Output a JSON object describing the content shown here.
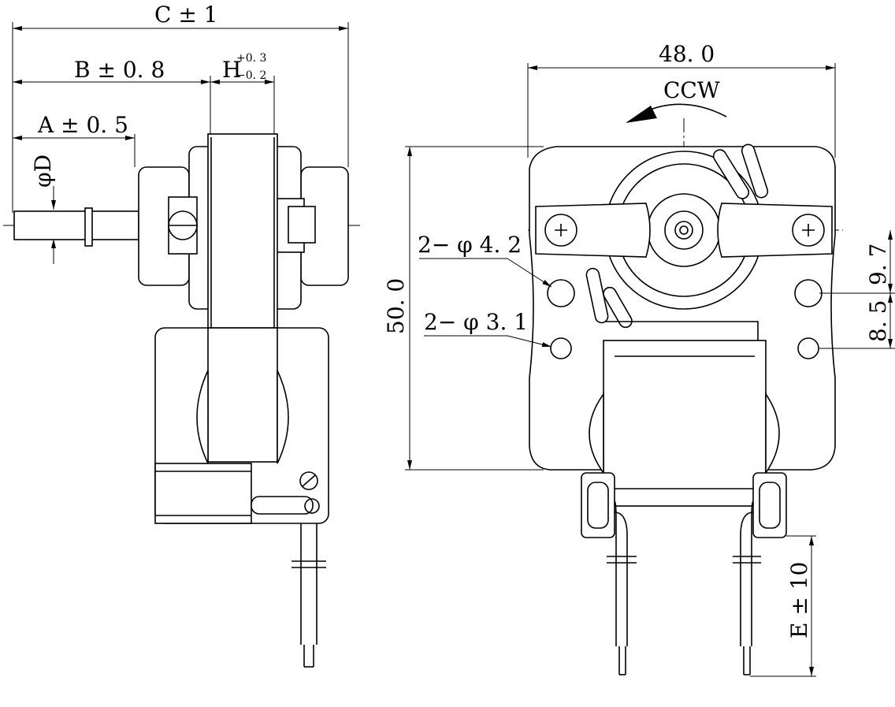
{
  "side_view": {
    "dim_c": "C ± 1",
    "dim_b": "B ± 0. 8",
    "dim_a": "A ± 0. 5",
    "dim_h": "H",
    "dim_h_upper": "+0. 3",
    "dim_h_lower": "−0. 2",
    "dim_d": "φD"
  },
  "front_view": {
    "width": "48. 0",
    "height": "50. 0",
    "rotation": "CCW",
    "hole_large": "2− φ 4. 2",
    "hole_small": "2− φ 3. 1",
    "offset_upper": "9. 7",
    "offset_lower": "8. 5",
    "lead_length": "E ± 10"
  }
}
